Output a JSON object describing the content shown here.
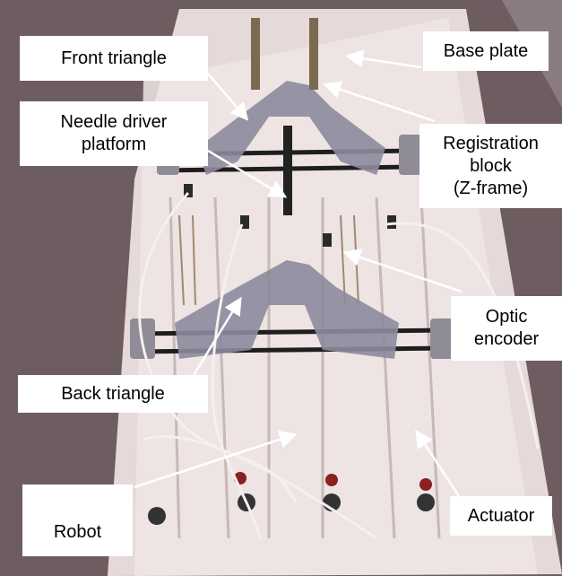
{
  "figure": {
    "subject": "MRI-compatible needle placement robot (photograph)",
    "labels": {
      "front_triangle": "Front triangle",
      "needle_driver_platform_line1": "Needle driver",
      "needle_driver_platform_line2": "platform",
      "base_plate": "Base plate",
      "registration_block_line1": "Registration",
      "registration_block_line2": "block",
      "registration_block_line3": "(Z-frame)",
      "optic_encoder_line1": "Optic",
      "optic_encoder_line2": "encoder",
      "back_triangle": "Back triangle",
      "robot": "Robot",
      "actuator": "Actuator"
    },
    "colors": {
      "floor": "#6b5a5c",
      "table": "#e8dcdc",
      "acrylic": "#efe6e6",
      "triangle": "#8a8898",
      "rod": "#1e1e1e",
      "label_bg": "#ffffff",
      "arrow": "#ffffff"
    }
  }
}
